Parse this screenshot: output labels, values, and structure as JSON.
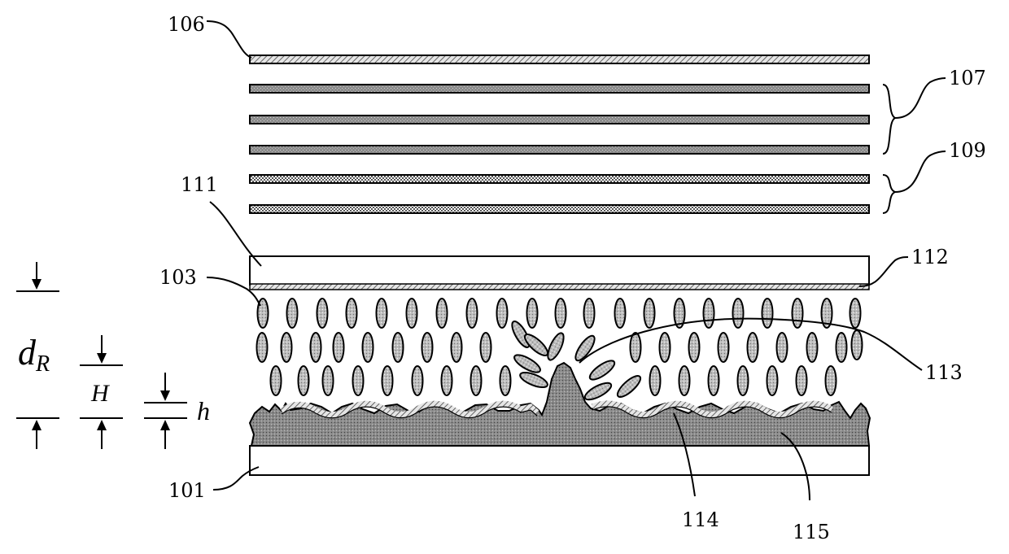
{
  "reference_numerals": {
    "r106": "106",
    "r107": "107",
    "r109": "109",
    "r111": "111",
    "r112": "112",
    "r103": "103",
    "r113": "113",
    "r101": "101",
    "r114": "114",
    "r115": "115"
  },
  "dimension_symbols": {
    "d_main": "d",
    "d_subscript": "R",
    "H": "H",
    "h": "h"
  }
}
